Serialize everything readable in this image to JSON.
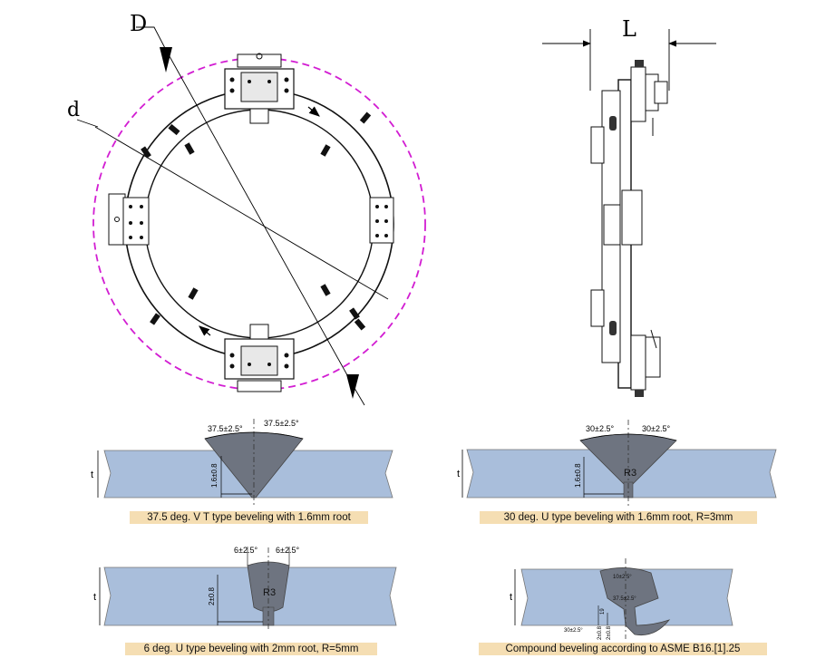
{
  "top": {
    "front_view": {
      "outer_dim": "D",
      "inner_dim": "d"
    },
    "side_view": {
      "length_dim": "L"
    }
  },
  "colors": {
    "plate": "#a9bedb",
    "groove": "#6e7480",
    "dashed_circle": "#d21dd2",
    "caption_bg": "#f5deb3"
  },
  "panels": [
    {
      "id": "vt",
      "angle_left": "37.5±2.5°",
      "angle_right": "37.5±2.5°",
      "thickness": "t",
      "root": "1.6±0.8",
      "caption": "37.5 deg. V T type beveling with 1.6mm root"
    },
    {
      "id": "u30",
      "angle_left": "30±2.5°",
      "angle_right": "30±2.5°",
      "thickness": "t",
      "root": "1.6±0.8",
      "radius": "R3",
      "caption": "30 deg. U type beveling with 1.6mm root, R=3mm"
    },
    {
      "id": "u6",
      "angle_left": "6±2.5°",
      "angle_right": "6±2.5°",
      "thickness": "t",
      "root": "2±0.8",
      "radius": "R3",
      "caption": "6 deg. U type beveling with 2mm root, R=5mm"
    },
    {
      "id": "compound",
      "angle_top": "10±2.5°",
      "angle_mid": "37.5±2.5°",
      "angle_bottom": "30±2.5°",
      "thickness": "t",
      "dim_a": "19",
      "dim_b": "2±0.8",
      "dim_c": "2±0.8",
      "caption": "Compound beveling according to ASME B16.[1].25"
    }
  ]
}
